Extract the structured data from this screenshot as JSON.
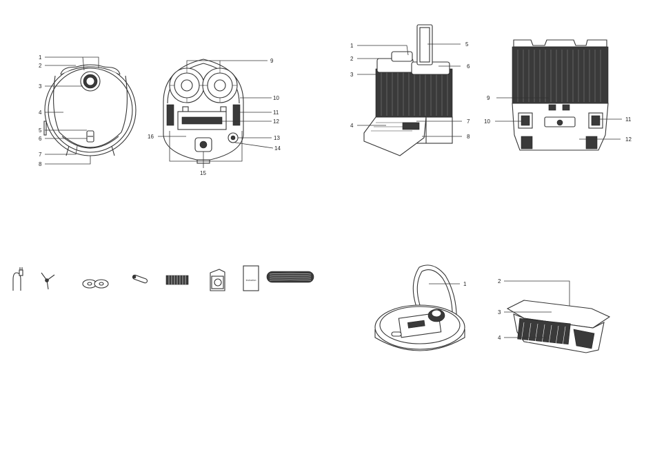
{
  "robot_top": {
    "labels": [
      "1",
      "2",
      "3",
      "4",
      "5",
      "6",
      "7",
      "8"
    ]
  },
  "robot_bottom": {
    "labels": [
      "9",
      "10",
      "11",
      "12",
      "13",
      "14",
      "15",
      "16"
    ]
  },
  "station_front": {
    "labels": [
      "1",
      "2",
      "3",
      "4",
      "5",
      "6",
      "7",
      "8"
    ]
  },
  "station_back": {
    "labels": [
      "9",
      "10",
      "11",
      "12"
    ]
  },
  "accessories": {
    "manual_text": "Instruction"
  },
  "robot_open": {
    "labels": [
      "1"
    ]
  },
  "dust_box": {
    "labels": [
      "2",
      "3",
      "4"
    ]
  }
}
